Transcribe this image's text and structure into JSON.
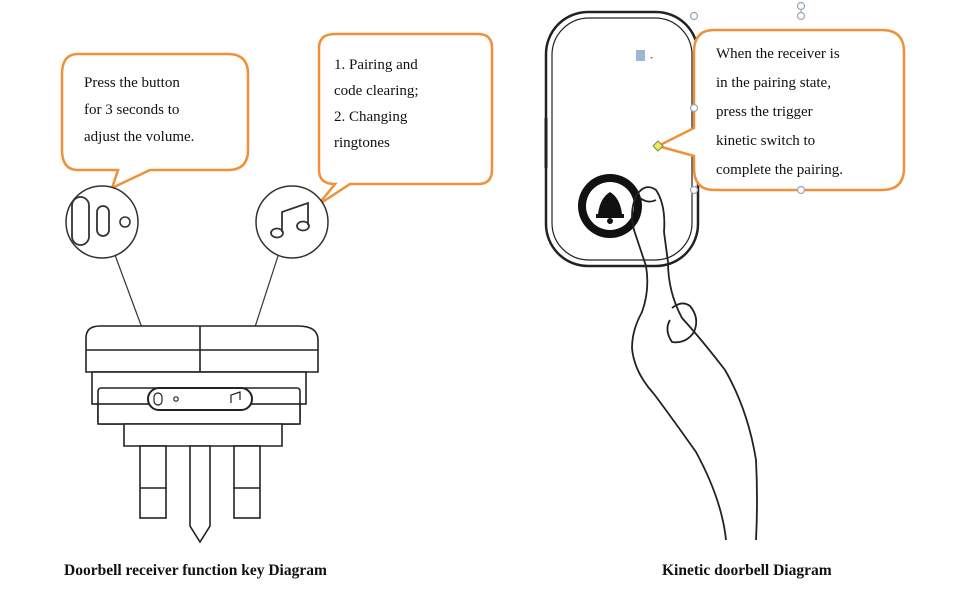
{
  "left_diagram": {
    "callout_volume": {
      "lines": [
        "Press the button",
        "for 3 seconds to",
        "adjust the volume."
      ]
    },
    "callout_ringtone": {
      "lines": [
        "1.  Pairing and",
        "code clearing;",
        "2.  Changing",
        "ringtones"
      ]
    },
    "caption": "Doorbell receiver function key Diagram"
  },
  "right_diagram": {
    "callout_pairing": {
      "lines": [
        "When the receiver is",
        "in the pairing state,",
        "press the trigger",
        "kinetic switch to",
        "complete the pairing."
      ]
    },
    "caption": "Kinetic doorbell Diagram"
  },
  "colors": {
    "callout_border": "#f0913a",
    "line": "#222222",
    "selection_handle": "#9aa6b5",
    "anchor_handle": "#e8e86a"
  },
  "icons": {
    "volume_button": "volume-dots-icon",
    "ringtone_button": "music-note-icon",
    "doorbell_button": "bell-icon"
  }
}
